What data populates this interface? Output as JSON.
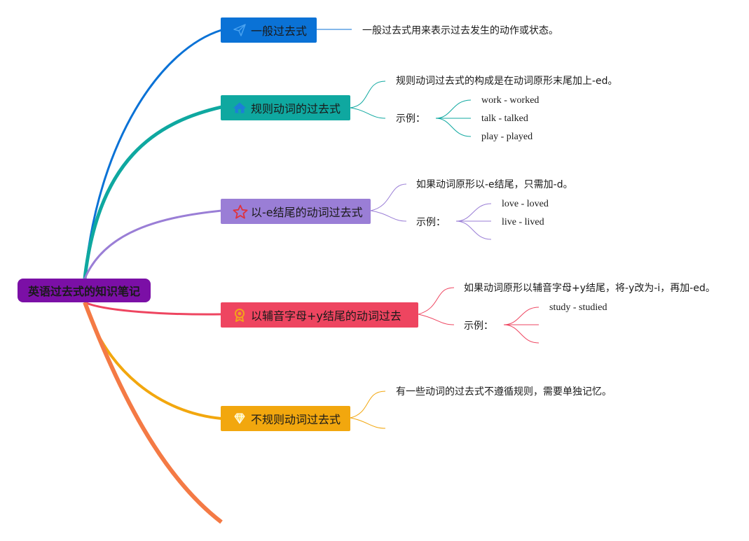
{
  "root": {
    "label": "英语过去式的知识笔记"
  },
  "branches": [
    {
      "label": "一般过去式",
      "icon": "paper-plane-icon",
      "color": "#0a72d6",
      "note": "一般过去式用来表示过去发生的动作或状态。"
    },
    {
      "label": "规则动词的过去式",
      "icon": "house-icon",
      "color": "#0fa8a0",
      "note": "规则动词过去式的构成是在动词原形末尾加上-ed。",
      "example_label": "示例：",
      "examples": [
        "work - worked",
        "talk - talked",
        "play - played"
      ]
    },
    {
      "label": "以-e结尾的动词过去式",
      "icon": "star-icon",
      "color": "#9a7ed6",
      "note": "如果动词原形以-e结尾，只需加-d。",
      "example_label": "示例：",
      "examples": [
        "love - loved",
        "live - lived"
      ]
    },
    {
      "label": "以辅音字母+y结尾的动词过去",
      "icon": "award-icon",
      "color": "#ee4560",
      "note": "如果动词原形以辅音字母+y结尾，将-y改为-i，再加-ed。",
      "example_label": "示例：",
      "examples": [
        "study - studied"
      ]
    },
    {
      "label": "不规则动词过去式",
      "icon": "diamond-icon",
      "color": "#f2a70e",
      "note": "有一些动词的过去式不遵循规则，需要单独记忆。"
    }
  ],
  "extra_branch_color": "#f47a45"
}
